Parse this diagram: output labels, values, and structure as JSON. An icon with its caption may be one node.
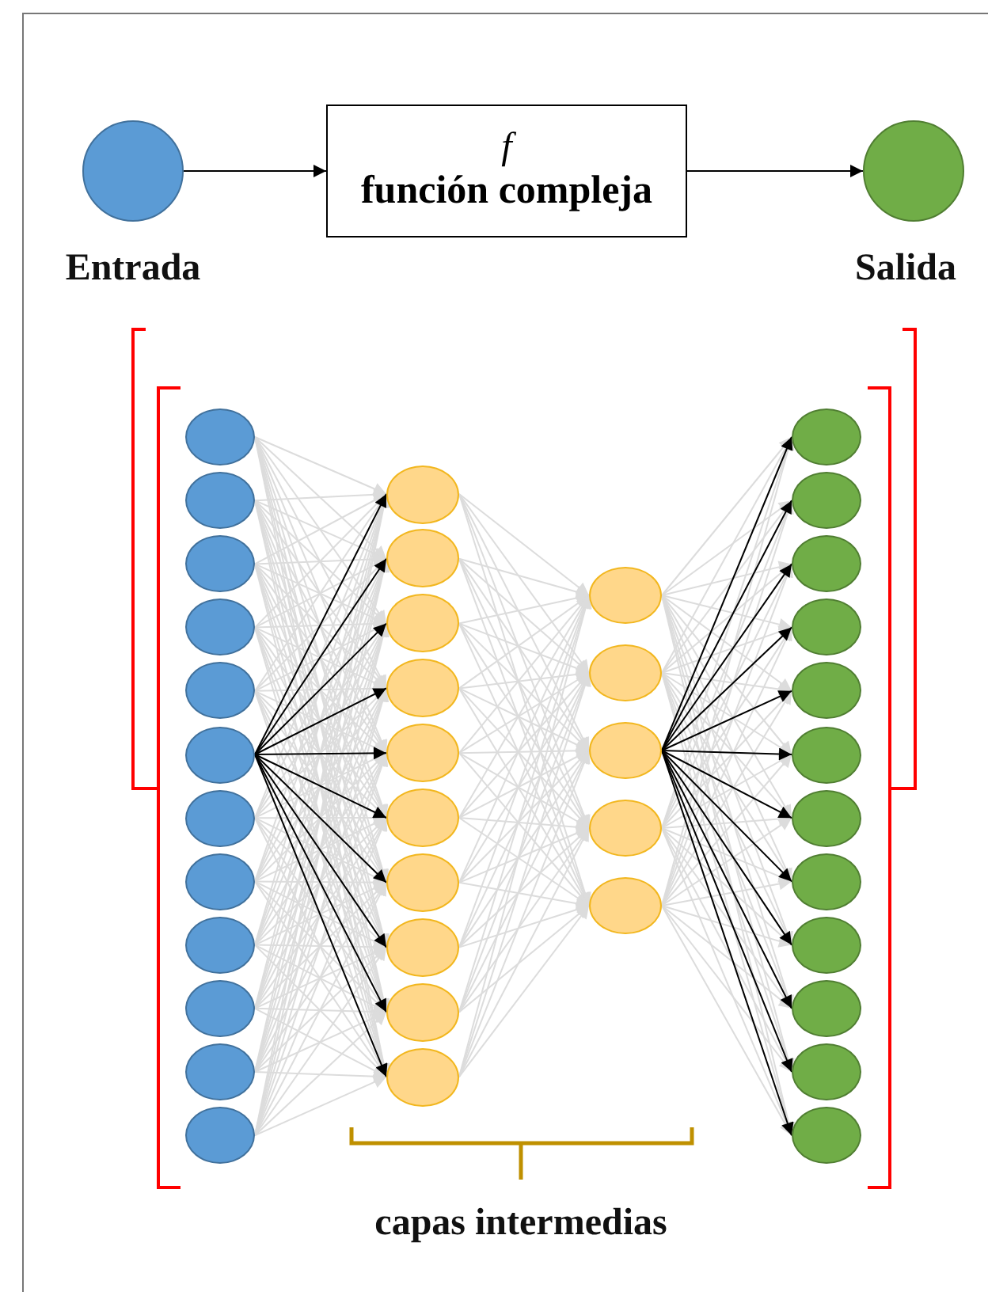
{
  "diagram": {
    "nodes": [
      {
        "text": [],
        "shape": "circle",
        "beside": [
          "Entrada"
        ]
      },
      {
        "text": [
          "f",
          "función compleja"
        ]
      },
      {
        "text": [],
        "shape": "circle",
        "beside": [
          "Salida"
        ]
      },
      {
        "text": [],
        "shape": "circle"
      },
      {
        "text": [],
        "shape": "circle"
      },
      {
        "text": [],
        "shape": "circle"
      },
      {
        "text": [],
        "shape": "circle"
      },
      {
        "text": [],
        "shape": "circle"
      },
      {
        "text": [],
        "shape": "circle"
      },
      {
        "text": [],
        "shape": "circle"
      },
      {
        "text": [],
        "shape": "circle"
      },
      {
        "text": [],
        "shape": "circle"
      },
      {
        "text": [],
        "shape": "circle"
      },
      {
        "text": [],
        "shape": "circle"
      },
      {
        "text": [],
        "shape": "circle"
      },
      {
        "text": [],
        "shape": "circle"
      },
      {
        "text": [],
        "shape": "circle"
      },
      {
        "text": [],
        "shape": "circle"
      },
      {
        "text": [],
        "shape": "circle"
      },
      {
        "text": [],
        "shape": "circle"
      },
      {
        "text": [],
        "shape": "circle"
      },
      {
        "text": [],
        "shape": "circle"
      },
      {
        "text": [],
        "shape": "circle"
      },
      {
        "text": [],
        "shape": "circle"
      },
      {
        "text": [],
        "shape": "circle"
      },
      {
        "text": [],
        "shape": "circle"
      },
      {
        "text": [],
        "shape": "circle"
      },
      {
        "text": [],
        "shape": "circle"
      },
      {
        "text": [],
        "shape": "circle"
      },
      {
        "text": [],
        "shape": "circle"
      },
      {
        "text": [],
        "shape": "circle"
      },
      {
        "text": [],
        "shape": "circle"
      },
      {
        "text": [],
        "shape": "circle"
      },
      {
        "text": [],
        "shape": "circle"
      },
      {
        "text": [],
        "shape": "circle"
      },
      {
        "text": [],
        "shape": "circle"
      },
      {
        "text": [],
        "shape": "circle"
      },
      {
        "text": [],
        "shape": "circle"
      },
      {
        "text": [],
        "shape": "circle"
      },
      {
        "text": [],
        "shape": "circle"
      },
      {
        "text": [],
        "shape": "circle"
      },
      {
        "text": [],
        "shape": "circle"
      }
    ],
    "edges": [
      {
        "from": 0,
        "to": 1,
        "arrow": "to",
        "color": "#000000"
      },
      {
        "from": 1,
        "to": 2,
        "arrow": "to",
        "color": "#000000"
      },
      {
        "from": 3,
        "to": 15,
        "arrow": "to"
      },
      {
        "from": 3,
        "to": 16,
        "arrow": "to"
      },
      {
        "from": 3,
        "to": 17,
        "arrow": "to"
      },
      {
        "from": 3,
        "to": 18,
        "arrow": "to"
      },
      {
        "from": 3,
        "to": 19,
        "arrow": "to"
      },
      {
        "from": 3,
        "to": 20,
        "arrow": "to"
      },
      {
        "from": 3,
        "to": 21,
        "arrow": "to"
      },
      {
        "from": 3,
        "to": 22,
        "arrow": "to"
      },
      {
        "from": 3,
        "to": 23,
        "arrow": "to"
      },
      {
        "from": 3,
        "to": 24,
        "arrow": "to"
      },
      {
        "from": 4,
        "to": 15,
        "arrow": "to"
      },
      {
        "from": 4,
        "to": 16,
        "arrow": "to"
      },
      {
        "from": 4,
        "to": 17,
        "arrow": "to"
      },
      {
        "from": 4,
        "to": 18,
        "arrow": "to"
      },
      {
        "from": 4,
        "to": 19,
        "arrow": "to"
      },
      {
        "from": 4,
        "to": 20,
        "arrow": "to"
      },
      {
        "from": 4,
        "to": 21,
        "arrow": "to"
      },
      {
        "from": 4,
        "to": 22,
        "arrow": "to"
      },
      {
        "from": 4,
        "to": 23,
        "arrow": "to"
      },
      {
        "from": 4,
        "to": 24,
        "arrow": "to"
      },
      {
        "from": 5,
        "to": 15,
        "arrow": "to"
      },
      {
        "from": 5,
        "to": 16,
        "arrow": "to"
      },
      {
        "from": 5,
        "to": 17,
        "arrow": "to"
      },
      {
        "from": 5,
        "to": 18,
        "arrow": "to"
      },
      {
        "from": 5,
        "to": 19,
        "arrow": "to"
      },
      {
        "from": 5,
        "to": 20,
        "arrow": "to"
      },
      {
        "from": 5,
        "to": 21,
        "arrow": "to"
      },
      {
        "from": 5,
        "to": 22,
        "arrow": "to"
      },
      {
        "from": 5,
        "to": 23,
        "arrow": "to"
      },
      {
        "from": 5,
        "to": 24,
        "arrow": "to"
      },
      {
        "from": 6,
        "to": 15,
        "arrow": "to"
      },
      {
        "from": 6,
        "to": 16,
        "arrow": "to"
      },
      {
        "from": 6,
        "to": 17,
        "arrow": "to"
      },
      {
        "from": 6,
        "to": 18,
        "arrow": "to"
      },
      {
        "from": 6,
        "to": 19,
        "arrow": "to"
      },
      {
        "from": 6,
        "to": 20,
        "arrow": "to"
      },
      {
        "from": 6,
        "to": 21,
        "arrow": "to"
      },
      {
        "from": 6,
        "to": 22,
        "arrow": "to"
      },
      {
        "from": 6,
        "to": 23,
        "arrow": "to"
      },
      {
        "from": 6,
        "to": 24,
        "arrow": "to"
      },
      {
        "from": 7,
        "to": 15,
        "arrow": "to"
      },
      {
        "from": 7,
        "to": 16,
        "arrow": "to"
      },
      {
        "from": 7,
        "to": 17,
        "arrow": "to"
      },
      {
        "from": 7,
        "to": 18,
        "arrow": "to"
      },
      {
        "from": 7,
        "to": 19,
        "arrow": "to"
      },
      {
        "from": 7,
        "to": 20,
        "arrow": "to"
      },
      {
        "from": 7,
        "to": 21,
        "arrow": "to"
      },
      {
        "from": 7,
        "to": 22,
        "arrow": "to"
      },
      {
        "from": 7,
        "to": 23,
        "arrow": "to"
      },
      {
        "from": 7,
        "to": 24,
        "arrow": "to"
      },
      {
        "from": 8,
        "to": 15,
        "arrow": "to",
        "color": "#000000"
      },
      {
        "from": 8,
        "to": 16,
        "arrow": "to",
        "color": "#000000"
      },
      {
        "from": 8,
        "to": 17,
        "arrow": "to",
        "color": "#000000"
      },
      {
        "from": 8,
        "to": 18,
        "arrow": "to",
        "color": "#000000"
      },
      {
        "from": 8,
        "to": 19,
        "arrow": "to",
        "color": "#000000"
      },
      {
        "from": 8,
        "to": 20,
        "arrow": "to",
        "color": "#000000"
      },
      {
        "from": 8,
        "to": 21,
        "arrow": "to",
        "color": "#000000"
      },
      {
        "from": 8,
        "to": 22,
        "arrow": "to",
        "color": "#000000"
      },
      {
        "from": 8,
        "to": 23,
        "arrow": "to",
        "color": "#000000"
      },
      {
        "from": 8,
        "to": 24,
        "arrow": "to",
        "color": "#000000"
      },
      {
        "from": 9,
        "to": 15,
        "arrow": "to"
      },
      {
        "from": 9,
        "to": 16,
        "arrow": "to"
      },
      {
        "from": 9,
        "to": 17,
        "arrow": "to"
      },
      {
        "from": 9,
        "to": 18,
        "arrow": "to"
      },
      {
        "from": 9,
        "to": 19,
        "arrow": "to"
      },
      {
        "from": 9,
        "to": 20,
        "arrow": "to"
      },
      {
        "from": 9,
        "to": 21,
        "arrow": "to"
      },
      {
        "from": 9,
        "to": 22,
        "arrow": "to"
      },
      {
        "from": 9,
        "to": 23,
        "arrow": "to"
      },
      {
        "from": 9,
        "to": 24,
        "arrow": "to"
      },
      {
        "from": 10,
        "to": 15,
        "arrow": "to"
      },
      {
        "from": 10,
        "to": 16,
        "arrow": "to"
      },
      {
        "from": 10,
        "to": 17,
        "arrow": "to"
      },
      {
        "from": 10,
        "to": 18,
        "arrow": "to"
      },
      {
        "from": 10,
        "to": 19,
        "arrow": "to"
      },
      {
        "from": 10,
        "to": 20,
        "arrow": "to"
      },
      {
        "from": 10,
        "to": 21,
        "arrow": "to"
      },
      {
        "from": 10,
        "to": 22,
        "arrow": "to"
      },
      {
        "from": 10,
        "to": 23,
        "arrow": "to"
      },
      {
        "from": 10,
        "to": 24,
        "arrow": "to"
      },
      {
        "from": 11,
        "to": 15,
        "arrow": "to"
      },
      {
        "from": 11,
        "to": 16,
        "arrow": "to"
      },
      {
        "from": 11,
        "to": 17,
        "arrow": "to"
      },
      {
        "from": 11,
        "to": 18,
        "arrow": "to"
      },
      {
        "from": 11,
        "to": 19,
        "arrow": "to"
      },
      {
        "from": 11,
        "to": 20,
        "arrow": "to"
      },
      {
        "from": 11,
        "to": 21,
        "arrow": "to"
      },
      {
        "from": 11,
        "to": 22,
        "arrow": "to"
      },
      {
        "from": 11,
        "to": 23,
        "arrow": "to"
      },
      {
        "from": 11,
        "to": 24,
        "arrow": "to"
      },
      {
        "from": 12,
        "to": 15,
        "arrow": "to"
      },
      {
        "from": 12,
        "to": 16,
        "arrow": "to"
      },
      {
        "from": 12,
        "to": 17,
        "arrow": "to"
      },
      {
        "from": 12,
        "to": 18,
        "arrow": "to"
      },
      {
        "from": 12,
        "to": 19,
        "arrow": "to"
      },
      {
        "from": 12,
        "to": 20,
        "arrow": "to"
      },
      {
        "from": 12,
        "to": 21,
        "arrow": "to"
      },
      {
        "from": 12,
        "to": 22,
        "arrow": "to"
      },
      {
        "from": 12,
        "to": 23,
        "arrow": "to"
      },
      {
        "from": 12,
        "to": 24,
        "arrow": "to"
      },
      {
        "from": 13,
        "to": 15,
        "arrow": "to"
      },
      {
        "from": 13,
        "to": 16,
        "arrow": "to"
      },
      {
        "from": 13,
        "to": 17,
        "arrow": "to"
      },
      {
        "from": 13,
        "to": 18,
        "arrow": "to"
      },
      {
        "from": 13,
        "to": 19,
        "arrow": "to"
      },
      {
        "from": 13,
        "to": 20,
        "arrow": "to"
      },
      {
        "from": 13,
        "to": 21,
        "arrow": "to"
      },
      {
        "from": 13,
        "to": 22,
        "arrow": "to"
      },
      {
        "from": 13,
        "to": 23,
        "arrow": "to"
      },
      {
        "from": 13,
        "to": 24,
        "arrow": "to"
      },
      {
        "from": 14,
        "to": 15,
        "arrow": "to"
      },
      {
        "from": 14,
        "to": 16,
        "arrow": "to"
      },
      {
        "from": 14,
        "to": 17,
        "arrow": "to"
      },
      {
        "from": 14,
        "to": 18,
        "arrow": "to"
      },
      {
        "from": 14,
        "to": 19,
        "arrow": "to"
      },
      {
        "from": 14,
        "to": 20,
        "arrow": "to"
      },
      {
        "from": 14,
        "to": 21,
        "arrow": "to"
      },
      {
        "from": 14,
        "to": 22,
        "arrow": "to"
      },
      {
        "from": 14,
        "to": 23,
        "arrow": "to"
      },
      {
        "from": 14,
        "to": 24,
        "arrow": "to"
      },
      {
        "from": 15,
        "to": 25,
        "arrow": "to"
      },
      {
        "from": 15,
        "to": 26,
        "arrow": "to"
      },
      {
        "from": 15,
        "to": 27,
        "arrow": "to"
      },
      {
        "from": 15,
        "to": 28,
        "arrow": "to"
      },
      {
        "from": 15,
        "to": 29,
        "arrow": "to"
      },
      {
        "from": 16,
        "to": 25,
        "arrow": "to"
      },
      {
        "from": 16,
        "to": 26,
        "arrow": "to"
      },
      {
        "from": 16,
        "to": 27,
        "arrow": "to"
      },
      {
        "from": 16,
        "to": 28,
        "arrow": "to"
      },
      {
        "from": 16,
        "to": 29,
        "arrow": "to"
      },
      {
        "from": 17,
        "to": 25,
        "arrow": "to"
      },
      {
        "from": 17,
        "to": 26,
        "arrow": "to"
      },
      {
        "from": 17,
        "to": 27,
        "arrow": "to"
      },
      {
        "from": 17,
        "to": 28,
        "arrow": "to"
      },
      {
        "from": 17,
        "to": 29,
        "arrow": "to"
      },
      {
        "from": 18,
        "to": 25,
        "arrow": "to"
      },
      {
        "from": 18,
        "to": 26,
        "arrow": "to"
      },
      {
        "from": 18,
        "to": 27,
        "arrow": "to"
      },
      {
        "from": 18,
        "to": 28,
        "arrow": "to"
      },
      {
        "from": 18,
        "to": 29,
        "arrow": "to"
      },
      {
        "from": 19,
        "to": 25,
        "arrow": "to"
      },
      {
        "from": 19,
        "to": 26,
        "arrow": "to"
      },
      {
        "from": 19,
        "to": 27,
        "arrow": "to"
      },
      {
        "from": 19,
        "to": 28,
        "arrow": "to"
      },
      {
        "from": 19,
        "to": 29,
        "arrow": "to"
      },
      {
        "from": 20,
        "to": 25,
        "arrow": "to"
      },
      {
        "from": 20,
        "to": 26,
        "arrow": "to"
      },
      {
        "from": 20,
        "to": 27,
        "arrow": "to"
      },
      {
        "from": 20,
        "to": 28,
        "arrow": "to"
      },
      {
        "from": 20,
        "to": 29,
        "arrow": "to"
      },
      {
        "from": 21,
        "to": 25,
        "arrow": "to"
      },
      {
        "from": 21,
        "to": 26,
        "arrow": "to"
      },
      {
        "from": 21,
        "to": 27,
        "arrow": "to"
      },
      {
        "from": 21,
        "to": 28,
        "arrow": "to"
      },
      {
        "from": 21,
        "to": 29,
        "arrow": "to"
      },
      {
        "from": 22,
        "to": 25,
        "arrow": "to"
      },
      {
        "from": 22,
        "to": 26,
        "arrow": "to"
      },
      {
        "from": 22,
        "to": 27,
        "arrow": "to"
      },
      {
        "from": 22,
        "to": 28,
        "arrow": "to"
      },
      {
        "from": 22,
        "to": 29,
        "arrow": "to"
      },
      {
        "from": 23,
        "to": 25,
        "arrow": "to"
      },
      {
        "from": 23,
        "to": 26,
        "arrow": "to"
      },
      {
        "from": 23,
        "to": 27,
        "arrow": "to"
      },
      {
        "from": 23,
        "to": 28,
        "arrow": "to"
      },
      {
        "from": 23,
        "to": 29,
        "arrow": "to"
      },
      {
        "from": 24,
        "to": 25,
        "arrow": "to"
      },
      {
        "from": 24,
        "to": 26,
        "arrow": "to"
      },
      {
        "from": 24,
        "to": 27,
        "arrow": "to"
      },
      {
        "from": 24,
        "to": 28,
        "arrow": "to"
      },
      {
        "from": 24,
        "to": 29,
        "arrow": "to"
      },
      {
        "from": 25,
        "to": 30,
        "arrow": "to"
      },
      {
        "from": 25,
        "to": 31,
        "arrow": "to"
      },
      {
        "from": 25,
        "to": 32,
        "arrow": "to"
      },
      {
        "from": 25,
        "to": 33,
        "arrow": "to"
      },
      {
        "from": 25,
        "to": 34,
        "arrow": "to"
      },
      {
        "from": 25,
        "to": 35,
        "arrow": "to"
      },
      {
        "from": 25,
        "to": 36,
        "arrow": "to"
      },
      {
        "from": 25,
        "to": 37,
        "arrow": "to"
      },
      {
        "from": 25,
        "to": 38,
        "arrow": "to"
      },
      {
        "from": 25,
        "to": 39,
        "arrow": "to"
      },
      {
        "from": 25,
        "to": 40,
        "arrow": "to"
      },
      {
        "from": 25,
        "to": 41,
        "arrow": "to"
      },
      {
        "from": 26,
        "to": 30,
        "arrow": "to"
      },
      {
        "from": 26,
        "to": 31,
        "arrow": "to"
      },
      {
        "from": 26,
        "to": 32,
        "arrow": "to"
      },
      {
        "from": 26,
        "to": 33,
        "arrow": "to"
      },
      {
        "from": 26,
        "to": 34,
        "arrow": "to"
      },
      {
        "from": 26,
        "to": 35,
        "arrow": "to"
      },
      {
        "from": 26,
        "to": 36,
        "arrow": "to"
      },
      {
        "from": 26,
        "to": 37,
        "arrow": "to"
      },
      {
        "from": 26,
        "to": 38,
        "arrow": "to"
      },
      {
        "from": 26,
        "to": 39,
        "arrow": "to"
      },
      {
        "from": 26,
        "to": 40,
        "arrow": "to"
      },
      {
        "from": 26,
        "to": 41,
        "arrow": "to"
      },
      {
        "from": 27,
        "to": 30,
        "arrow": "to",
        "color": "#000000"
      },
      {
        "from": 27,
        "to": 31,
        "arrow": "to",
        "color": "#000000"
      },
      {
        "from": 27,
        "to": 32,
        "arrow": "to",
        "color": "#000000"
      },
      {
        "from": 27,
        "to": 33,
        "arrow": "to",
        "color": "#000000"
      },
      {
        "from": 27,
        "to": 34,
        "arrow": "to",
        "color": "#000000"
      },
      {
        "from": 27,
        "to": 35,
        "arrow": "to",
        "color": "#000000"
      },
      {
        "from": 27,
        "to": 36,
        "arrow": "to",
        "color": "#000000"
      },
      {
        "from": 27,
        "to": 37,
        "arrow": "to",
        "color": "#000000"
      },
      {
        "from": 27,
        "to": 38,
        "arrow": "to",
        "color": "#000000"
      },
      {
        "from": 27,
        "to": 39,
        "arrow": "to",
        "color": "#000000"
      },
      {
        "from": 27,
        "to": 40,
        "arrow": "to",
        "color": "#000000"
      },
      {
        "from": 27,
        "to": 41,
        "arrow": "to",
        "color": "#000000"
      },
      {
        "from": 28,
        "to": 30,
        "arrow": "to"
      },
      {
        "from": 28,
        "to": 31,
        "arrow": "to"
      },
      {
        "from": 28,
        "to": 32,
        "arrow": "to"
      },
      {
        "from": 28,
        "to": 33,
        "arrow": "to"
      },
      {
        "from": 28,
        "to": 34,
        "arrow": "to"
      },
      {
        "from": 28,
        "to": 35,
        "arrow": "to"
      },
      {
        "from": 28,
        "to": 36,
        "arrow": "to"
      },
      {
        "from": 28,
        "to": 37,
        "arrow": "to"
      },
      {
        "from": 28,
        "to": 38,
        "arrow": "to"
      },
      {
        "from": 28,
        "to": 39,
        "arrow": "to"
      },
      {
        "from": 28,
        "to": 40,
        "arrow": "to"
      },
      {
        "from": 28,
        "to": 41,
        "arrow": "to"
      },
      {
        "from": 29,
        "to": 30,
        "arrow": "to"
      },
      {
        "from": 29,
        "to": 31,
        "arrow": "to"
      },
      {
        "from": 29,
        "to": 32,
        "arrow": "to"
      },
      {
        "from": 29,
        "to": 33,
        "arrow": "to"
      },
      {
        "from": 29,
        "to": 34,
        "arrow": "to"
      },
      {
        "from": 29,
        "to": 35,
        "arrow": "to"
      },
      {
        "from": 29,
        "to": 36,
        "arrow": "to"
      },
      {
        "from": 29,
        "to": 37,
        "arrow": "to"
      },
      {
        "from": 29,
        "to": 38,
        "arrow": "to"
      },
      {
        "from": 29,
        "to": 39,
        "arrow": "to"
      },
      {
        "from": 29,
        "to": 40,
        "arrow": "to"
      },
      {
        "from": 29,
        "to": 41,
        "arrow": "to"
      }
    ],
    "labels": [
      "capas intermedias"
    ]
  }
}
